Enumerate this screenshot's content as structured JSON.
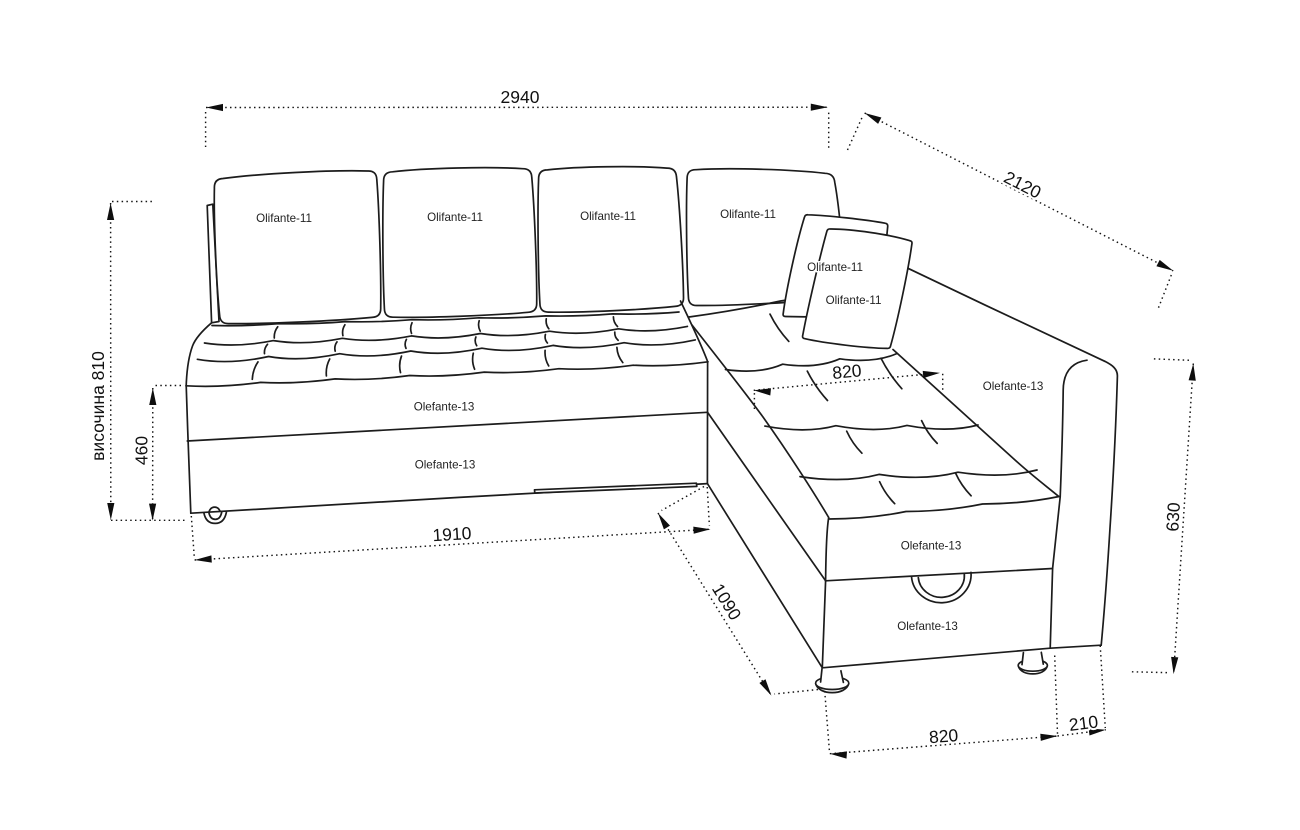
{
  "drawing": {
    "type": "technical dimension diagram",
    "subject": "corner sofa (L-shaped sofa bed) line drawing with dimensions",
    "background": "#ffffff",
    "line_color": "#1c1c1c"
  },
  "dimensions": {
    "total_width": "2940",
    "chaise_diagonal": "2120",
    "height_label": "височина 810",
    "seat_height": "460",
    "left_length": "1910",
    "chaise_length": "1090",
    "seat_width": "820",
    "armrest_height": "630",
    "chaise_width": "820",
    "armrest_width": "210"
  },
  "labels": {
    "back_pillows": [
      "Olifante-11",
      "Olifante-11",
      "Olifante-11",
      "Olifante-11"
    ],
    "corner_pillows": [
      "Olifante-11",
      "Olifante-11"
    ],
    "body_panels": [
      "Olefante-13",
      "Olefante-13",
      "Olefante-13",
      "Olefante-13",
      "Olefante-13"
    ]
  }
}
